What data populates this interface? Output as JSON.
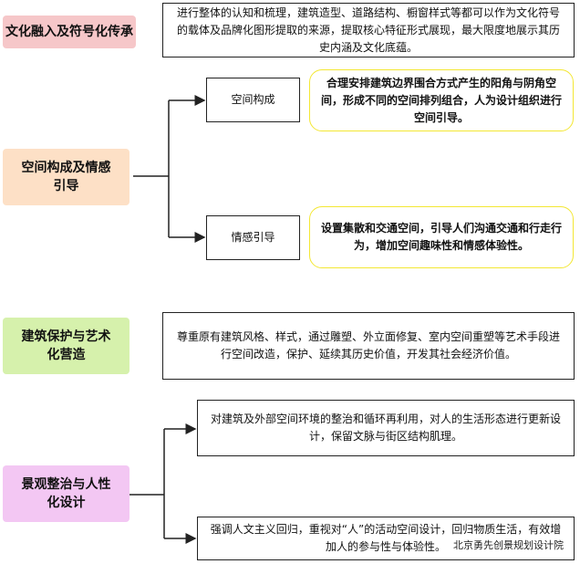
{
  "sections": {
    "culture": {
      "title": "文化融入及符号化传承",
      "desc": "进行整体的认知和梳理，建筑造型、道路结构、橱窗样式等都可以作为文化符号的载体及品牌化图形提取的来源，提取核心特征形式展现，最大限度地展示其历史内涵及文化底蕴。",
      "color": "#f6c7c9"
    },
    "space": {
      "title": "空间构成及情感引导",
      "color": "#fde0c6",
      "branch1": {
        "label": "空间构成",
        "desc": "合理安排建筑边界围合方式产生的阳角与阴角空间，形成不同的空间排列组合，人为设计组织进行空间引导。",
        "color": "#f3e733"
      },
      "branch2": {
        "label": "情感引导",
        "desc": "设置集散和交通空间，引导人们沟通交通和行走行为，增加空间趣味性和情感体验性。",
        "color": "#f3e733"
      }
    },
    "protect": {
      "title": "建筑保护与艺术化营造",
      "desc": "尊重原有建筑风格、样式，通过雕塑、外立面修复、室内空间重塑等艺术手段进行空间改造，保护、延续其历史价值，开发其社会经济价值。",
      "color": "#d6f1ac"
    },
    "landscape": {
      "title": "景观整治与人性化设计",
      "desc1": "对建筑及外部空间环境的整治和循环再利用，对人的生活形态进行更新设计，保留文脉与街区结构肌理。",
      "desc2": "强调人文主义回归，重视对“人”的活动空间设计，回归物质生活，有效增加人的参与性与体验性。",
      "color": "#f3c7f3"
    }
  },
  "watermark": "北京勇先创景规划设计院"
}
